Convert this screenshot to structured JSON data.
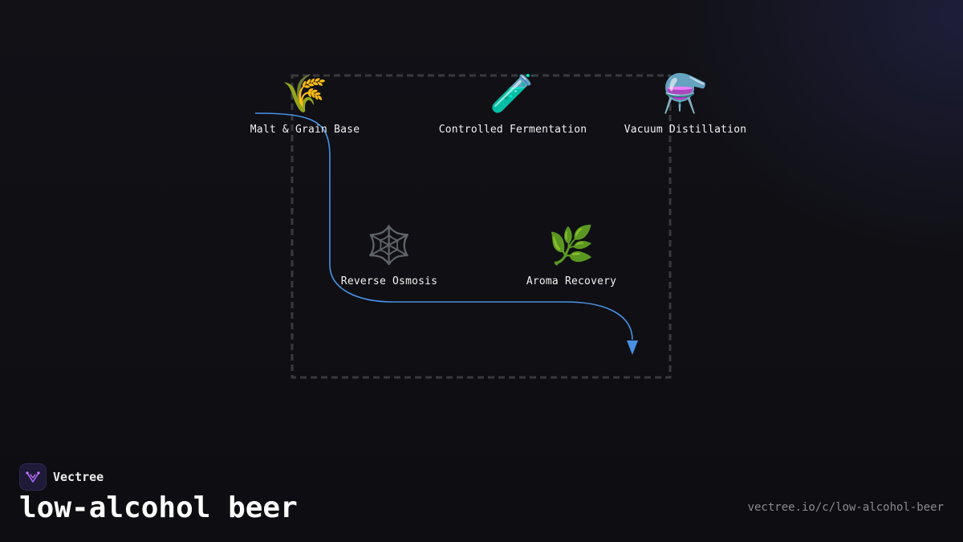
{
  "brand": {
    "name": "Vectree",
    "logo_icon": "vectree-logo-icon"
  },
  "page": {
    "title": "low-alcohol beer",
    "url": "vectree.io/c/low-alcohol-beer"
  },
  "diagram": {
    "nodes": [
      {
        "id": "malt",
        "label": "Malt & Grain Base",
        "icon": "🌾",
        "icon_name": "wheat-icon"
      },
      {
        "id": "fermentation",
        "label": "Controlled Fermentation",
        "icon": "🧪",
        "icon_name": "test-tube-icon"
      },
      {
        "id": "distillation",
        "label": "Vacuum Distillation",
        "icon": "⚗️",
        "icon_name": "alembic-icon"
      },
      {
        "id": "osmosis",
        "label": "Reverse Osmosis",
        "icon": "🕸️",
        "icon_name": "web-icon"
      },
      {
        "id": "aroma",
        "label": "Aroma Recovery",
        "icon": "🌿",
        "icon_name": "herb-icon"
      }
    ],
    "connector_color": "#4a90e2",
    "frame_color": "#3a3a3e"
  }
}
